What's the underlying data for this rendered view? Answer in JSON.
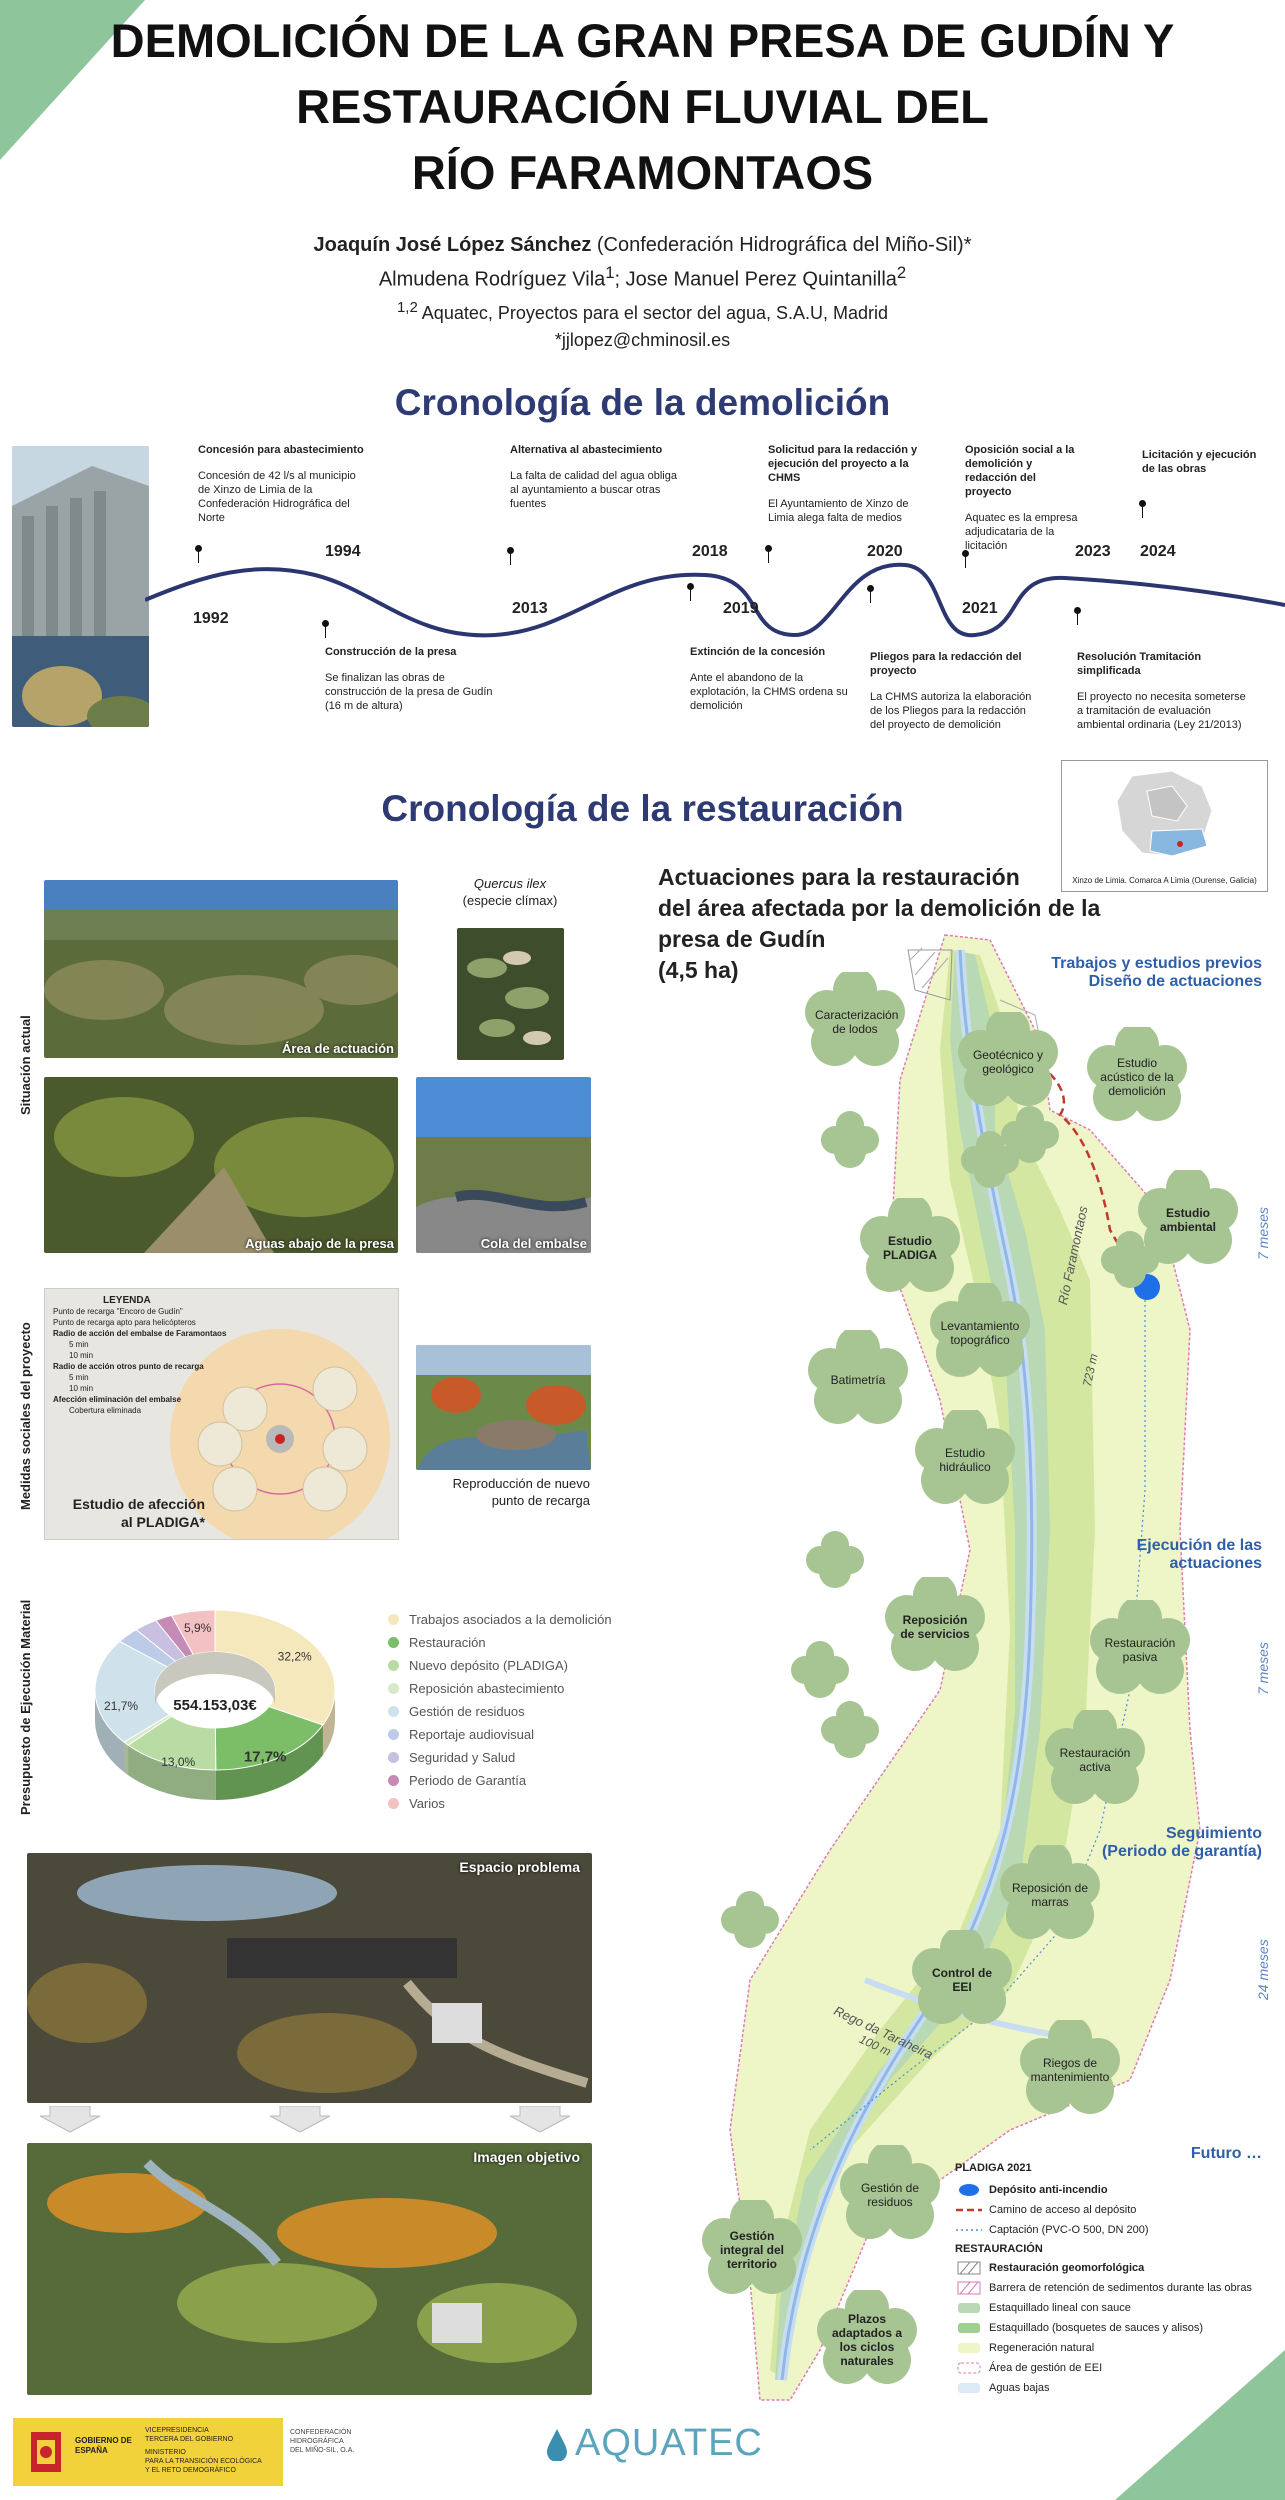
{
  "header": {
    "title_lines": [
      "DEMOLICIÓN DE LA GRAN PRESA DE GUDÍN Y",
      "RESTAURACIÓN FLUVIAL DEL",
      "RÍO FARAMONTAOS"
    ],
    "author1_name": "Joaquín José López Sánchez",
    "author1_affil": " (Confederación Hidrográfica del Miño-Sil)*",
    "author2": "Almudena Rodríguez Vila",
    "author2_sup": "1",
    "author_sep": "; Jose Manuel Perez Quintanilla",
    "author3_sup": "2",
    "affil_sup": "1,2",
    "affil": " Aquatec, Proyectos para el sector del agua, S.A.U, Madrid",
    "email": "*jjlopez@chminosil.es"
  },
  "section1": {
    "title": "Cronología de la demolición",
    "events": [
      {
        "year": "1992",
        "title": "Concesión para abastecimiento",
        "text": "Concesión de 42 l/s al  municipio de Xinzo de Limia de la Confederación Hidrográfica del Norte"
      },
      {
        "year": "1994",
        "title": "Construcción de la presa",
        "text": "Se finalizan las obras de construcción de la presa de Gudín (16 m de altura)"
      },
      {
        "year": "2013",
        "title": "Alternativa al abastecimiento",
        "text": "La falta de calidad del agua obliga al ayuntamiento a buscar otras fuentes"
      },
      {
        "year": "2018",
        "title": "Extinción de la concesión",
        "text": "Ante el abandono de la explotación, la CHMS ordena su demolición"
      },
      {
        "year": "2019",
        "title": "Solicitud para la redacción y ejecución del proyecto a la CHMS",
        "text": "El Ayuntamiento de Xinzo de Limia alega falta de medios"
      },
      {
        "year": "2020",
        "title": "Pliegos para la redacción del proyecto",
        "text": "La CHMS autoriza la elaboración de los Pliegos para la redacción del proyecto de demolición"
      },
      {
        "year": "2021",
        "title": "Oposición social a la demolición y redacción del proyecto",
        "text": "Aquatec es la empresa adjudicataria de la licitación"
      },
      {
        "year": "2023",
        "title": "Resolución Tramitación simplificada",
        "text": "El proyecto no necesita someterse a tramitación de evaluación ambiental ordinaria (Ley 21/2013)"
      },
      {
        "year": "2024",
        "title": "Licitación y ejecución de las obras",
        "text": ""
      }
    ]
  },
  "section2": {
    "title": "Cronología de la restauración",
    "map_caption": "Xinzo de Limia. Comarca A Limia (Ourense, Galicia)",
    "side_labels": {
      "situacion": "Situación actual",
      "medidas": "Medidas sociales del proyecto",
      "presupuesto": "Presupuesto de Ejecución Material"
    },
    "photos": {
      "area": "Área de actuación",
      "aguas": "Aguas abajo de la presa",
      "cola": "Cola del embalse",
      "quercus_name": "Quercus  ilex",
      "quercus_sub": "(especie clímax)"
    },
    "pladiga_map": {
      "legend_title": "LEYENDA",
      "items": [
        "Punto de recarga \"Encoro de Gudín\"",
        "Punto de recarga apto para helicópteros",
        "Radio de acción del embalse de Faramontaos",
        "5 min",
        "10 min",
        "Radio de acción otros punto de recarga",
        "5 min",
        "10 min",
        "Afección eliminación del embalse",
        "Cobertura eliminada"
      ],
      "caption_line1": "Estudio de afección",
      "caption_line2": "al PLADIGA*"
    },
    "recarga_caption_line1": "Reproducción de nuevo",
    "recarga_caption_line2": "punto de recarga",
    "images": {
      "problema": "Espacio problema",
      "objetivo": "Imagen objetivo"
    }
  },
  "budget": {
    "total": "554.153,03€",
    "slices_labels": [
      "32,2%",
      "17,7%",
      "13,0%",
      "21,7%",
      "5,9%"
    ],
    "legend": [
      {
        "label": "Trabajos asociados a la demolición",
        "color": "#f6e8bd"
      },
      {
        "label": "Restauración",
        "color": "#7cbd68"
      },
      {
        "label": "Nuevo depósito (PLADIGA)",
        "color": "#b9dca5"
      },
      {
        "label": "Reposición   abastecimiento",
        "color": "#d7e9c9"
      },
      {
        "label": "Gestión de residuos",
        "color": "#cfe1ea"
      },
      {
        "label": "Reportaje audiovisual",
        "color": "#bccbe8"
      },
      {
        "label": "Seguridad y Salud",
        "color": "#c9bfe0"
      },
      {
        "label": "Periodo de Garantía",
        "color": "#c58ab5"
      },
      {
        "label": "Varios",
        "color": "#f3c1c3"
      }
    ]
  },
  "chart_data": {
    "type": "pie",
    "categories": [
      "Trabajos asociados a la demolición",
      "Restauración",
      "Nuevo depósito (PLADIGA)",
      "Reposición   abastecimiento",
      "Gestión de residuos",
      "Reportaje audiovisual",
      "Seguridad y Salud",
      "Periodo de Garantía",
      "Varios"
    ],
    "values": [
      32.2,
      17.7,
      13.0,
      0.8,
      21.7,
      3.2,
      3.2,
      2.3,
      5.9
    ],
    "colors": [
      "#f6e8bd",
      "#7cbd68",
      "#b9dca5",
      "#d7e9c9",
      "#cfe1ea",
      "#bccbe8",
      "#c9bfe0",
      "#c58ab5",
      "#f3c1c3"
    ],
    "title": ""
  },
  "actions": {
    "title_lines": [
      "Actuaciones para la restauración",
      "del área afectada por la demolición de la",
      "presa de Gudín",
      "(4,5 ha)"
    ],
    "stages": {
      "previos_line1": "Trabajos y estudios previos",
      "previos_line2": "Diseño de actuaciones",
      "ejecucion_line1": "Ejecución de las",
      "ejecucion_line2": "actuaciones",
      "seguimiento_line1": "Seguimiento",
      "seguimiento_line2": "(Periodo de garantía)",
      "futuro": "Futuro …"
    },
    "durations": [
      "7 meses",
      "7 meses",
      "24 meses"
    ],
    "river_label": "Río Faramontaos",
    "river_len": "723 m",
    "rego_label": "Rego da Taraheira",
    "rego_len": "100 m",
    "bubbles": [
      {
        "t": "Caracterización de lodos",
        "bold": false
      },
      {
        "t": "Geotécnico y geológico",
        "bold": false
      },
      {
        "t": "Estudio acústico de la demolición",
        "bold": false
      },
      {
        "t": "Estudio ambiental",
        "bold": true
      },
      {
        "t": "Estudio PLADIGA",
        "bold": true
      },
      {
        "t": "Levantamiento topográfico",
        "bold": false
      },
      {
        "t": "Batimetría",
        "bold": false
      },
      {
        "t": "Estudio hidráulico",
        "bold": false
      },
      {
        "t": "Reposición de servicios",
        "bold": true
      },
      {
        "t": "Restauración pasiva",
        "bold": false
      },
      {
        "t": "Restauración activa",
        "bold": false
      },
      {
        "t": "Reposición de marras",
        "bold": false
      },
      {
        "t": "Control de EEI",
        "bold": true
      },
      {
        "t": "Riegos de mantenimiento",
        "bold": false
      },
      {
        "t": "Gestión de residuos",
        "bold": false
      },
      {
        "t": "Gestión integral del territorio",
        "bold": true
      },
      {
        "t": "Plazos adaptados a los ciclos naturales",
        "bold": true
      }
    ],
    "legend": {
      "pladiga_title": "PLADIGA 2021",
      "deposito": "Depósito anti-incendio",
      "camino": "Camino de acceso al depósito",
      "captacion": "Captación (PVC-O 500, DN 200)",
      "rest_title": "RESTAURACIÓN",
      "geomorf": "Restauración geomorfológica",
      "barrera": "Barrera de retención de sedimentos durante las obras",
      "lineal": "Estaquillado lineal con sauce",
      "bosquetes": "Estaquillado (bosquetes de sauces y alisos)",
      "regeneracion": "Regeneración natural",
      "eei": "Área de gestión de EEI",
      "bajas": "Aguas bajas"
    }
  },
  "footer": {
    "gov_line1": "VICEPRESIDENCIA",
    "gov_line2": "TERCERA DEL GOBIERNO",
    "gov_line3": "MINISTERIO",
    "gov_line4": "PARA LA TRANSICIÓN ECOLÓGICA",
    "gov_line5": "Y EL RETO DEMOGRÁFICO",
    "gobierno": "GOBIERNO DE ESPAÑA",
    "chms_line1": "CONFEDERACIÓN",
    "chms_line2": "HIDROGRÁFICA",
    "chms_line3": "DEL MIÑO-SIL, O.A.",
    "aquatec": "AQUATEC"
  }
}
